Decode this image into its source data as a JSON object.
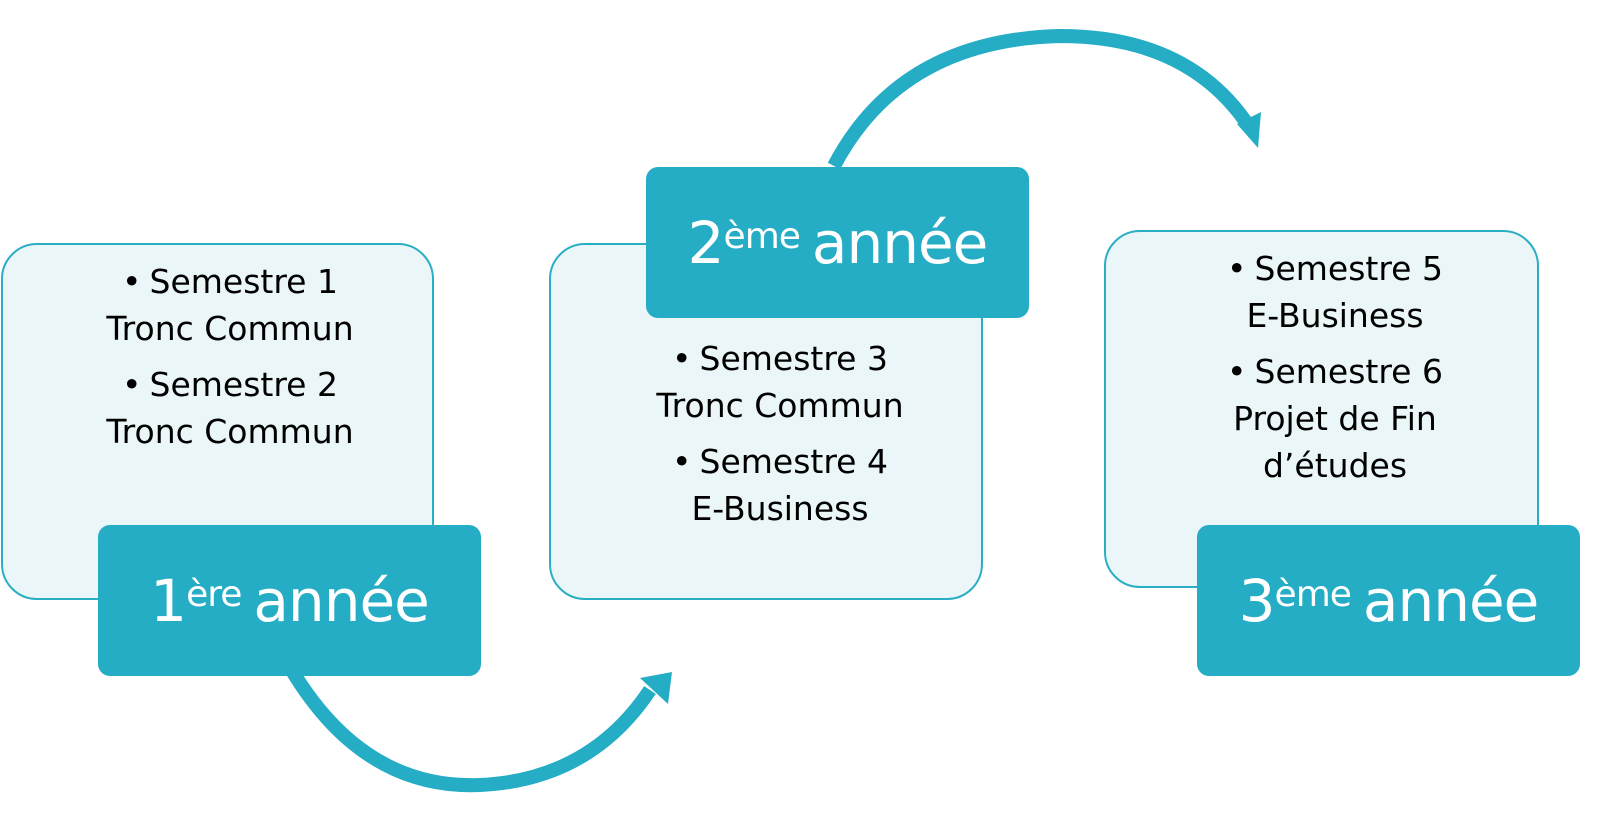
{
  "colors": {
    "accent": "#25adc5",
    "card_bg": "#ebf6f9",
    "card_border": "#2aaec4",
    "text": "#000000",
    "label_text": "#ffffff"
  },
  "stages": [
    {
      "number": "1",
      "suffix": "ère",
      "word": "année",
      "items": [
        {
          "bullet": "•",
          "line1": "Semestre 1",
          "line2": "Tronc Commun"
        },
        {
          "bullet": "•",
          "line1": "Semestre 2",
          "line2": "Tronc Commun"
        }
      ]
    },
    {
      "number": "2",
      "suffix": "ème",
      "word": "année",
      "items": [
        {
          "bullet": "•",
          "line1": "Semestre 3",
          "line2": "Tronc Commun"
        },
        {
          "bullet": "•",
          "line1": "Semestre 4",
          "line2": "E-Business"
        }
      ]
    },
    {
      "number": "3",
      "suffix": "ème",
      "word": "année",
      "items": [
        {
          "bullet": "•",
          "line1": "Semestre 5",
          "line2": "E-Business"
        },
        {
          "bullet": "•",
          "line1": "Semestre 6",
          "line2": "Projet de Fin",
          "line3": "d’études"
        }
      ]
    }
  ],
  "arrows": [
    {
      "from": "1ère année",
      "to": "2ème année",
      "direction": "curved-down"
    },
    {
      "from": "2ème année",
      "to": "3ème année",
      "direction": "curved-up"
    }
  ]
}
